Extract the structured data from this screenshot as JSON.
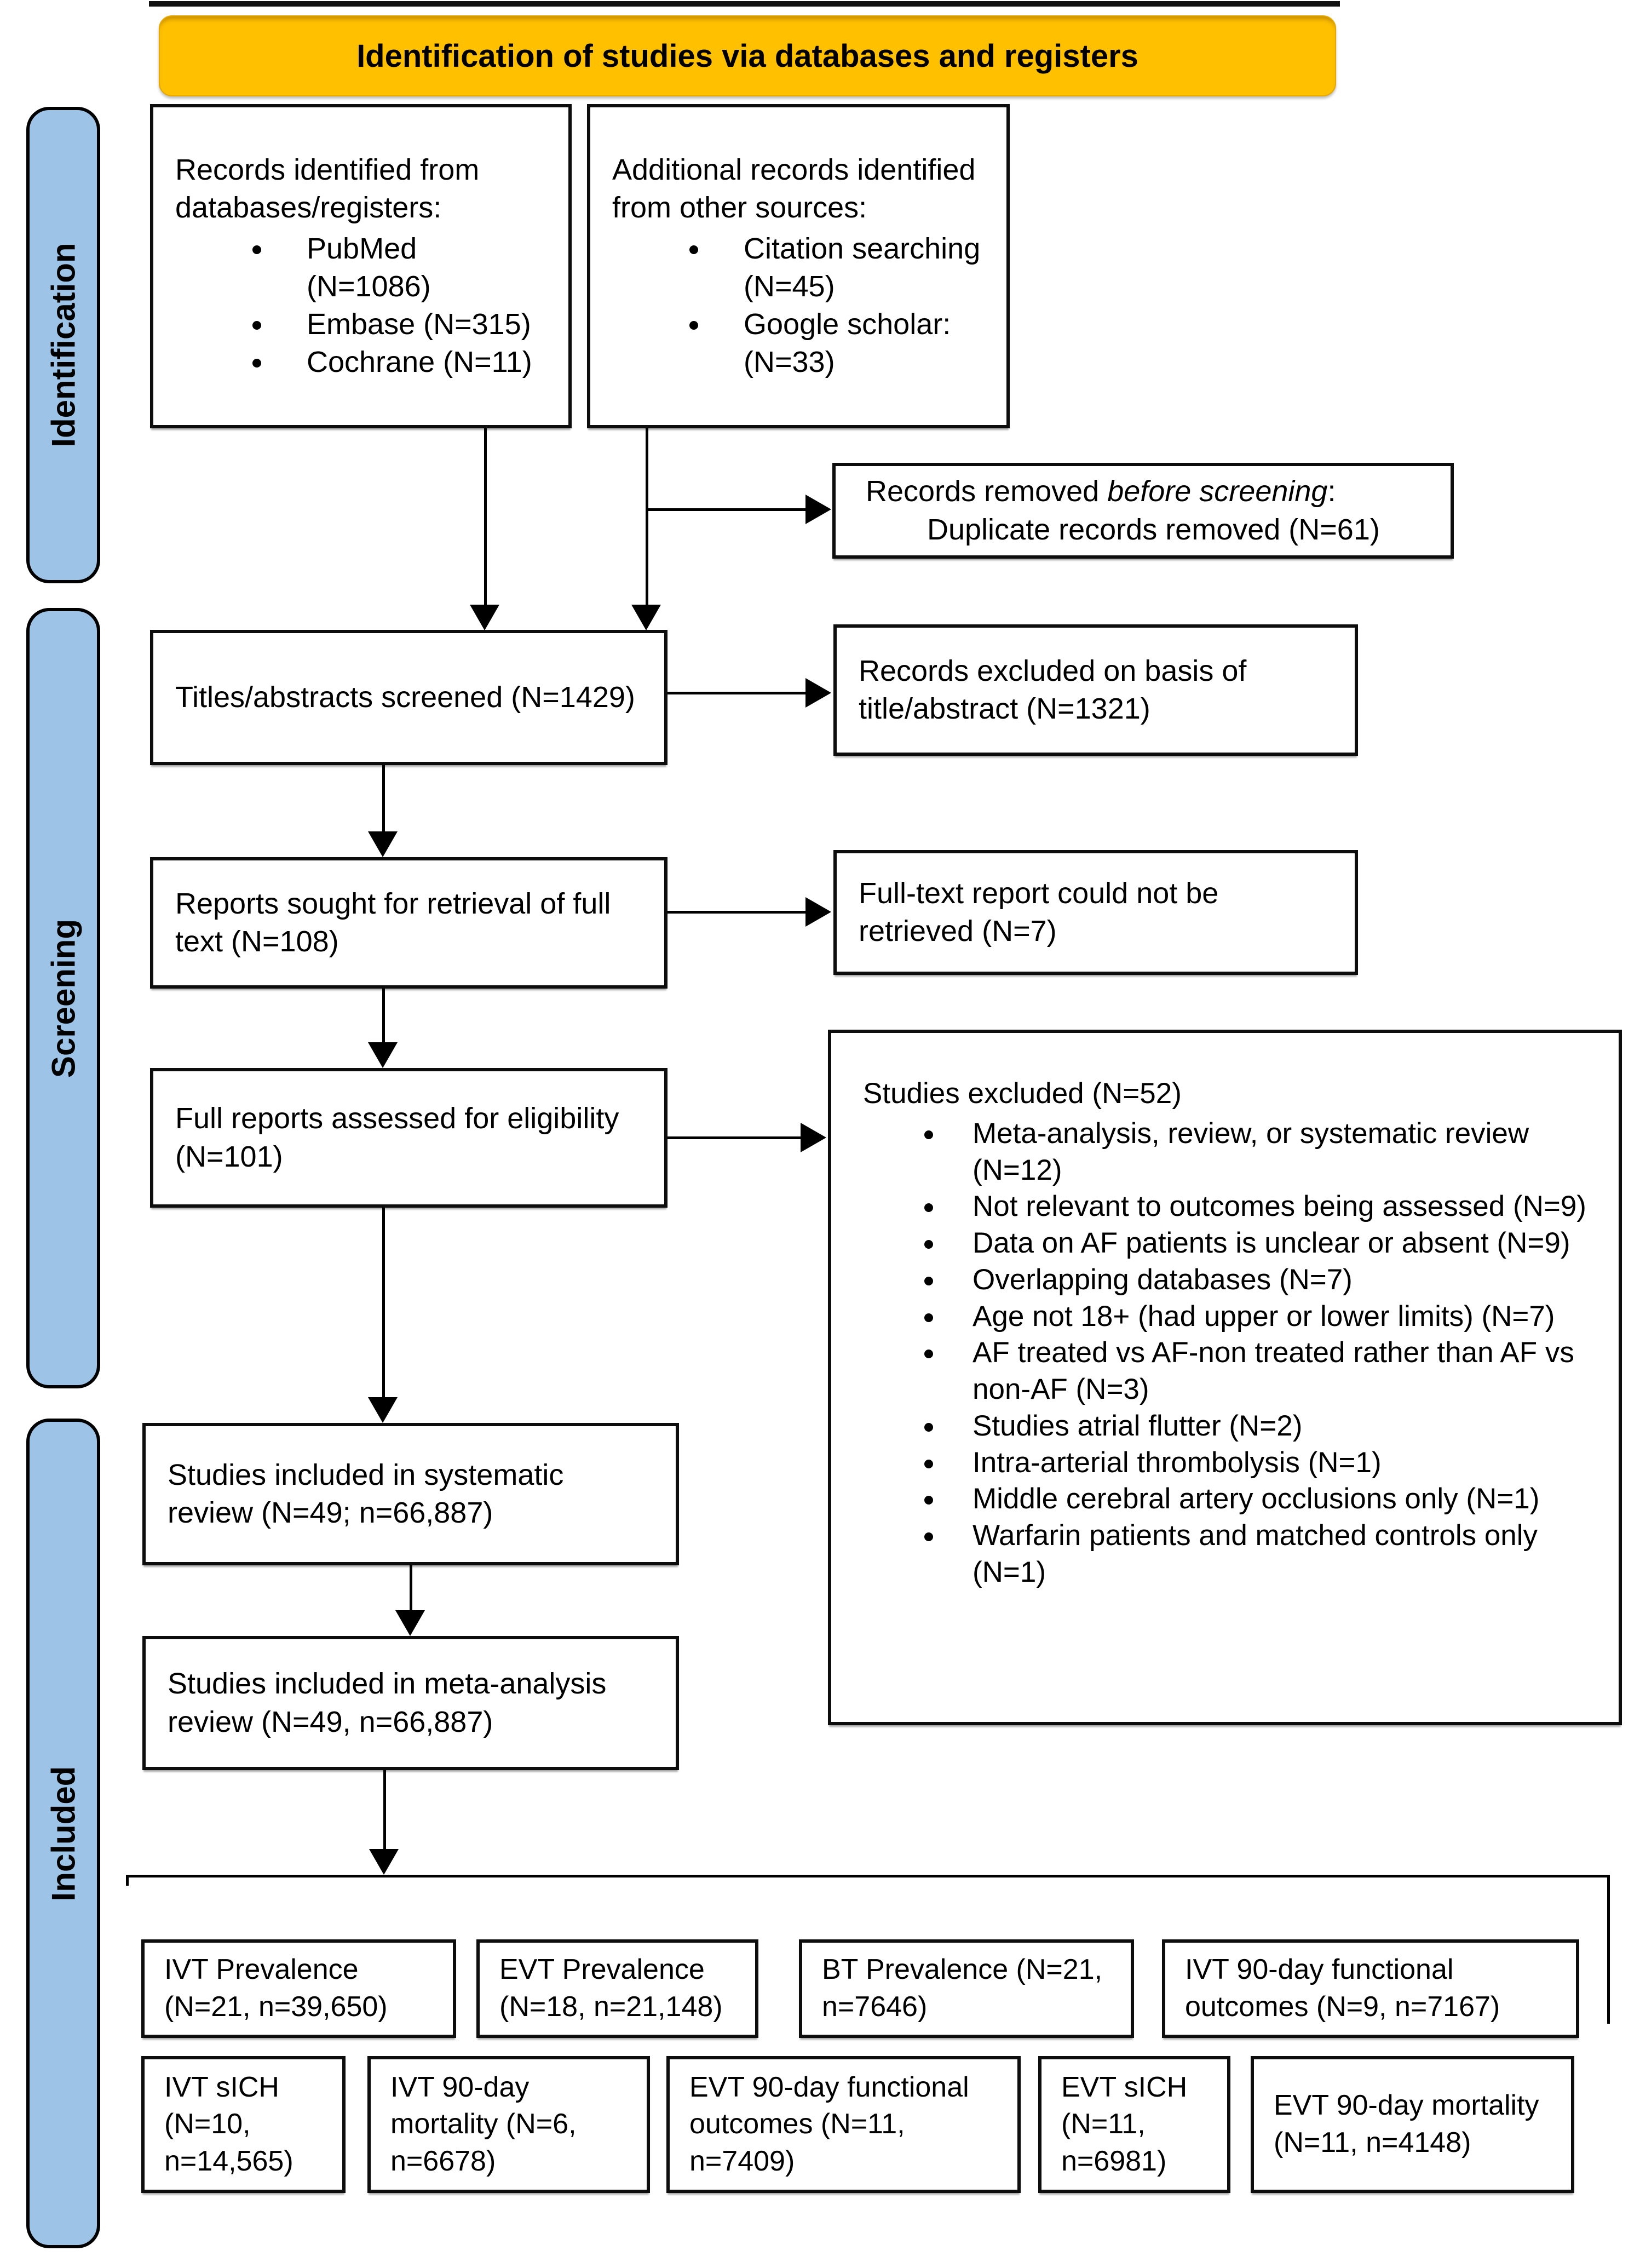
{
  "banner": {
    "title": "Identification of studies via databases and registers"
  },
  "stages": {
    "identification": "Identification",
    "screening": "Screening",
    "included": "Included"
  },
  "boxes": {
    "records_identified": {
      "intro": "Records identified from databases/registers:",
      "items": [
        "PubMed (N=1086)",
        "Embase (N=315)",
        "Cochrane (N=11)"
      ]
    },
    "additional_records": {
      "intro": "Additional records identified from other sources:",
      "items": [
        "Citation searching (N=45)",
        "Google scholar: (N=33)"
      ]
    },
    "records_removed": {
      "prefix": "Records removed ",
      "italic": "before screening",
      "suffix": ":",
      "detail": "Duplicate records removed (N=61)"
    },
    "titles_screened": {
      "text": "Titles/abstracts screened (N=1429)"
    },
    "records_excluded": {
      "text": "Records excluded on basis of title/abstract (N=1321)"
    },
    "reports_sought": {
      "text": "Reports sought for retrieval of full text (N=108)"
    },
    "fulltext_not_retrieved": {
      "text": "Full-text report could not be retrieved (N=7)"
    },
    "full_reports_assessed": {
      "text": "Full reports assessed for eligibility (N=101)"
    },
    "studies_excluded": {
      "intro": "Studies excluded (N=52)",
      "items": [
        "Meta-analysis, review, or systematic review (N=12)",
        "Not relevant to outcomes being assessed (N=9)",
        "Data on AF patients is unclear or absent (N=9)",
        "Overlapping databases (N=7)",
        "Age not 18+ (had upper or lower limits) (N=7)",
        "AF treated vs AF-non treated rather than AF vs non-AF (N=3)",
        "Studies atrial flutter (N=2)",
        "Intra-arterial thrombolysis (N=1)",
        "Middle cerebral artery occlusions only (N=1)",
        "Warfarin patients and matched controls only (N=1)"
      ]
    },
    "systematic_review": {
      "text": "Studies included in systematic review (N=49; n=66,887)"
    },
    "meta_analysis": {
      "text": "Studies included in meta-analysis review (N=49, n=66,887)"
    }
  },
  "outcome_boxes": {
    "row1": [
      "IVT Prevalence (N=21, n=39,650)",
      "EVT Prevalence (N=18, n=21,148)",
      "BT Prevalence (N=21, n=7646)",
      "IVT 90-day functional outcomes (N=9, n=7167)"
    ],
    "row2": [
      "IVT sICH (N=10, n=14,565)",
      "IVT 90-day mortality (N=6, n=6678)",
      "EVT 90-day functional outcomes (N=11, n=7409)",
      "EVT sICH (N=11, n=6981)",
      "EVT 90-day mortality (N=11, n=4148)"
    ]
  },
  "colors": {
    "banner": "#FFC000",
    "stage_label": "#9DC3E6",
    "line": "#000000"
  }
}
